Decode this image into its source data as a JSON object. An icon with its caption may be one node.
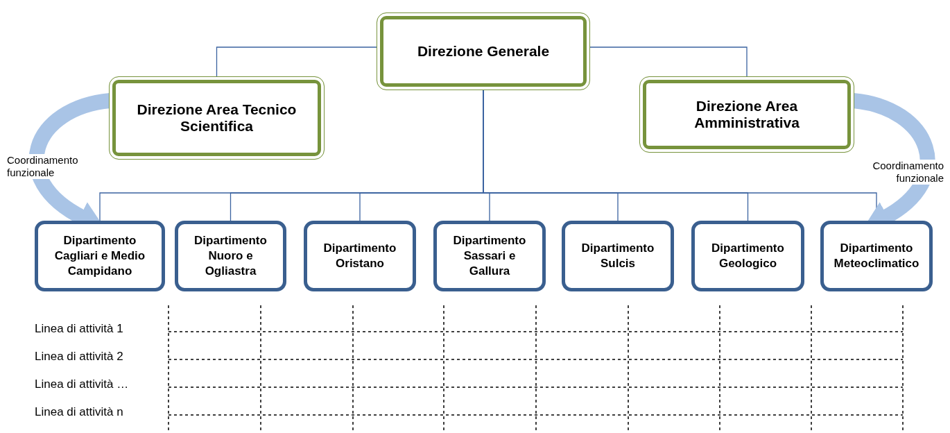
{
  "diagram": {
    "nodes": [
      {
        "text": [
          "Direzione Generale"
        ]
      },
      {
        "text": [
          "Direzione Area Tecnico Scientifica"
        ]
      },
      {
        "text": [
          "Direzione Area Amministrativa"
        ]
      },
      {
        "text": [
          "Dipartimento Cagliari e Medio Campidano"
        ]
      },
      {
        "text": [
          "Dipartimento Nuoro e Ogliastra"
        ]
      },
      {
        "text": [
          "Dipartimento Oristano"
        ]
      },
      {
        "text": [
          "Dipartimento Sassari e Gallura"
        ]
      },
      {
        "text": [
          "Dipartimento Sulcis"
        ]
      },
      {
        "text": [
          "Dipartimento Geologico"
        ]
      },
      {
        "text": [
          "Dipartimento Meteoclimatico"
        ]
      }
    ],
    "edges": [
      {
        "from": 0,
        "to": 1,
        "arrow": "none"
      },
      {
        "from": 0,
        "to": 2,
        "arrow": "none"
      },
      {
        "from": 0,
        "to": 3,
        "arrow": "none"
      },
      {
        "from": 0,
        "to": 4,
        "arrow": "none"
      },
      {
        "from": 0,
        "to": 5,
        "arrow": "none"
      },
      {
        "from": 0,
        "to": 6,
        "arrow": "none"
      },
      {
        "from": 0,
        "to": 7,
        "arrow": "none"
      },
      {
        "from": 0,
        "to": 8,
        "arrow": "none"
      },
      {
        "from": 0,
        "to": 9,
        "arrow": "none"
      },
      {
        "from": 1,
        "to": 3,
        "arrow": "to",
        "label": "Coordinamento funzionale",
        "style": "thick",
        "color": "#a9c4e6"
      },
      {
        "from": 2,
        "to": 9,
        "arrow": "to",
        "label": "Coordinamento funzionale",
        "style": "thick",
        "color": "#a9c4e6"
      }
    ],
    "labels": [
      "Linea di attività 1",
      "Linea di attività 2",
      "Linea di attività …",
      "Linea di attività n"
    ]
  }
}
